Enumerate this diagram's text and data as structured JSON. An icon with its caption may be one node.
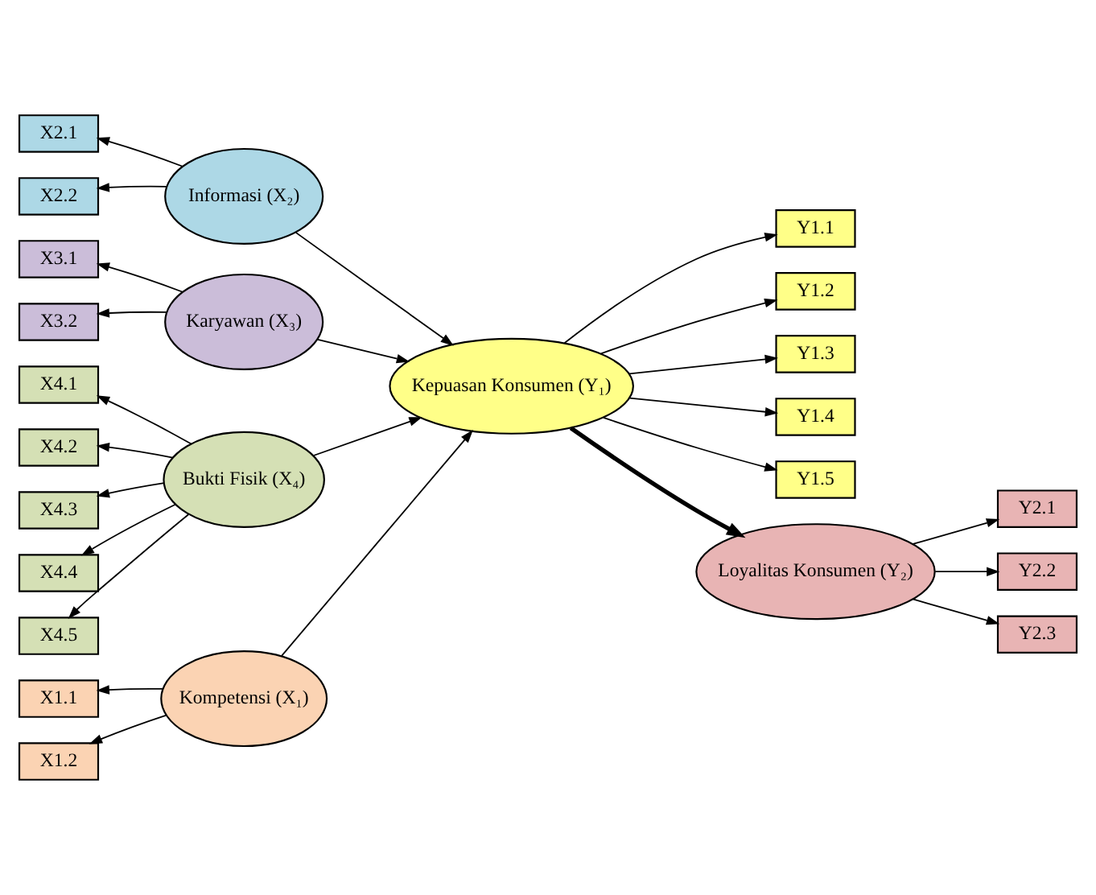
{
  "diagram": {
    "nodes": [
      {
        "text": [
          "Kompetensi (X₁)"
        ]
      },
      {
        "text": [
          "X1.1"
        ]
      },
      {
        "text": [
          "X1.2"
        ]
      },
      {
        "text": [
          "Informasi (X₂)"
        ]
      },
      {
        "text": [
          "X2.1"
        ]
      },
      {
        "text": [
          "X2.2"
        ]
      },
      {
        "text": [
          "Karyawan (X₃)"
        ]
      },
      {
        "text": [
          "X3.1"
        ]
      },
      {
        "text": [
          "X3.2"
        ]
      },
      {
        "text": [
          "Bukti Fisik (X₄)"
        ]
      },
      {
        "text": [
          "X4.1"
        ]
      },
      {
        "text": [
          "X4.2"
        ]
      },
      {
        "text": [
          "X4.3"
        ]
      },
      {
        "text": [
          "X4.4"
        ]
      },
      {
        "text": [
          "X4.5"
        ]
      },
      {
        "text": [
          "Kepuasan Konsumen (Y₁)"
        ]
      },
      {
        "text": [
          "Y1.1"
        ]
      },
      {
        "text": [
          "Y1.2"
        ]
      },
      {
        "text": [
          "Y1.3"
        ]
      },
      {
        "text": [
          "Y1.4"
        ]
      },
      {
        "text": [
          "Y1.5"
        ]
      },
      {
        "text": [
          "Loyalitas Konsumen (Y₂)"
        ]
      },
      {
        "text": [
          "Y2.1"
        ]
      },
      {
        "text": [
          "Y2.2"
        ]
      },
      {
        "text": [
          "Y2.3"
        ]
      }
    ],
    "edges": [
      {
        "from": 0,
        "to": 1,
        "arrow": "to"
      },
      {
        "from": 0,
        "to": 2,
        "arrow": "to"
      },
      {
        "from": 3,
        "to": 4,
        "arrow": "to"
      },
      {
        "from": 3,
        "to": 5,
        "arrow": "to"
      },
      {
        "from": 6,
        "to": 7,
        "arrow": "to"
      },
      {
        "from": 6,
        "to": 8,
        "arrow": "to"
      },
      {
        "from": 9,
        "to": 10,
        "arrow": "to"
      },
      {
        "from": 9,
        "to": 11,
        "arrow": "to"
      },
      {
        "from": 9,
        "to": 12,
        "arrow": "to"
      },
      {
        "from": 9,
        "to": 13,
        "arrow": "to"
      },
      {
        "from": 9,
        "to": 14,
        "arrow": "to"
      },
      {
        "from": 0,
        "to": 15,
        "arrow": "to"
      },
      {
        "from": 3,
        "to": 15,
        "arrow": "to"
      },
      {
        "from": 6,
        "to": 15,
        "arrow": "to"
      },
      {
        "from": 9,
        "to": 15,
        "arrow": "to"
      },
      {
        "from": 15,
        "to": 16,
        "arrow": "to"
      },
      {
        "from": 15,
        "to": 17,
        "arrow": "to"
      },
      {
        "from": 15,
        "to": 18,
        "arrow": "to"
      },
      {
        "from": 15,
        "to": 19,
        "arrow": "to"
      },
      {
        "from": 15,
        "to": 20,
        "arrow": "to"
      },
      {
        "from": 15,
        "to": 21,
        "arrow": "to",
        "style": "thick"
      },
      {
        "from": 21,
        "to": 22,
        "arrow": "to"
      },
      {
        "from": 21,
        "to": 23,
        "arrow": "to"
      },
      {
        "from": 21,
        "to": 24,
        "arrow": "to"
      }
    ]
  }
}
